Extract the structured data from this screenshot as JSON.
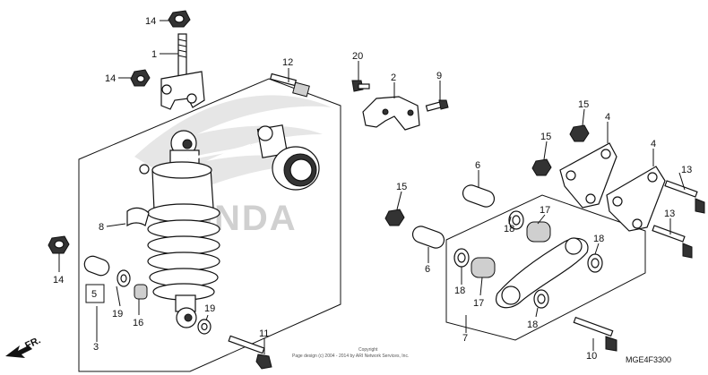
{
  "diagram": {
    "callouts": [
      "14",
      "1",
      "14",
      "12",
      "20",
      "2",
      "9",
      "15",
      "4",
      "15",
      "4",
      "6",
      "13",
      "15",
      "17",
      "13",
      "8",
      "18",
      "18",
      "6",
      "14",
      "5",
      "19",
      "16",
      "19",
      "18",
      "17",
      "18",
      "3",
      "11",
      "7",
      "10"
    ],
    "watermark_brand": "HONDA",
    "front_marker": "FR.",
    "copyright_line1": "Copyright",
    "copyright_line2": "Page design (c) 2004 - 2014 by ARI Network Services, Inc.",
    "diagram_code": "MGE4F3300"
  }
}
